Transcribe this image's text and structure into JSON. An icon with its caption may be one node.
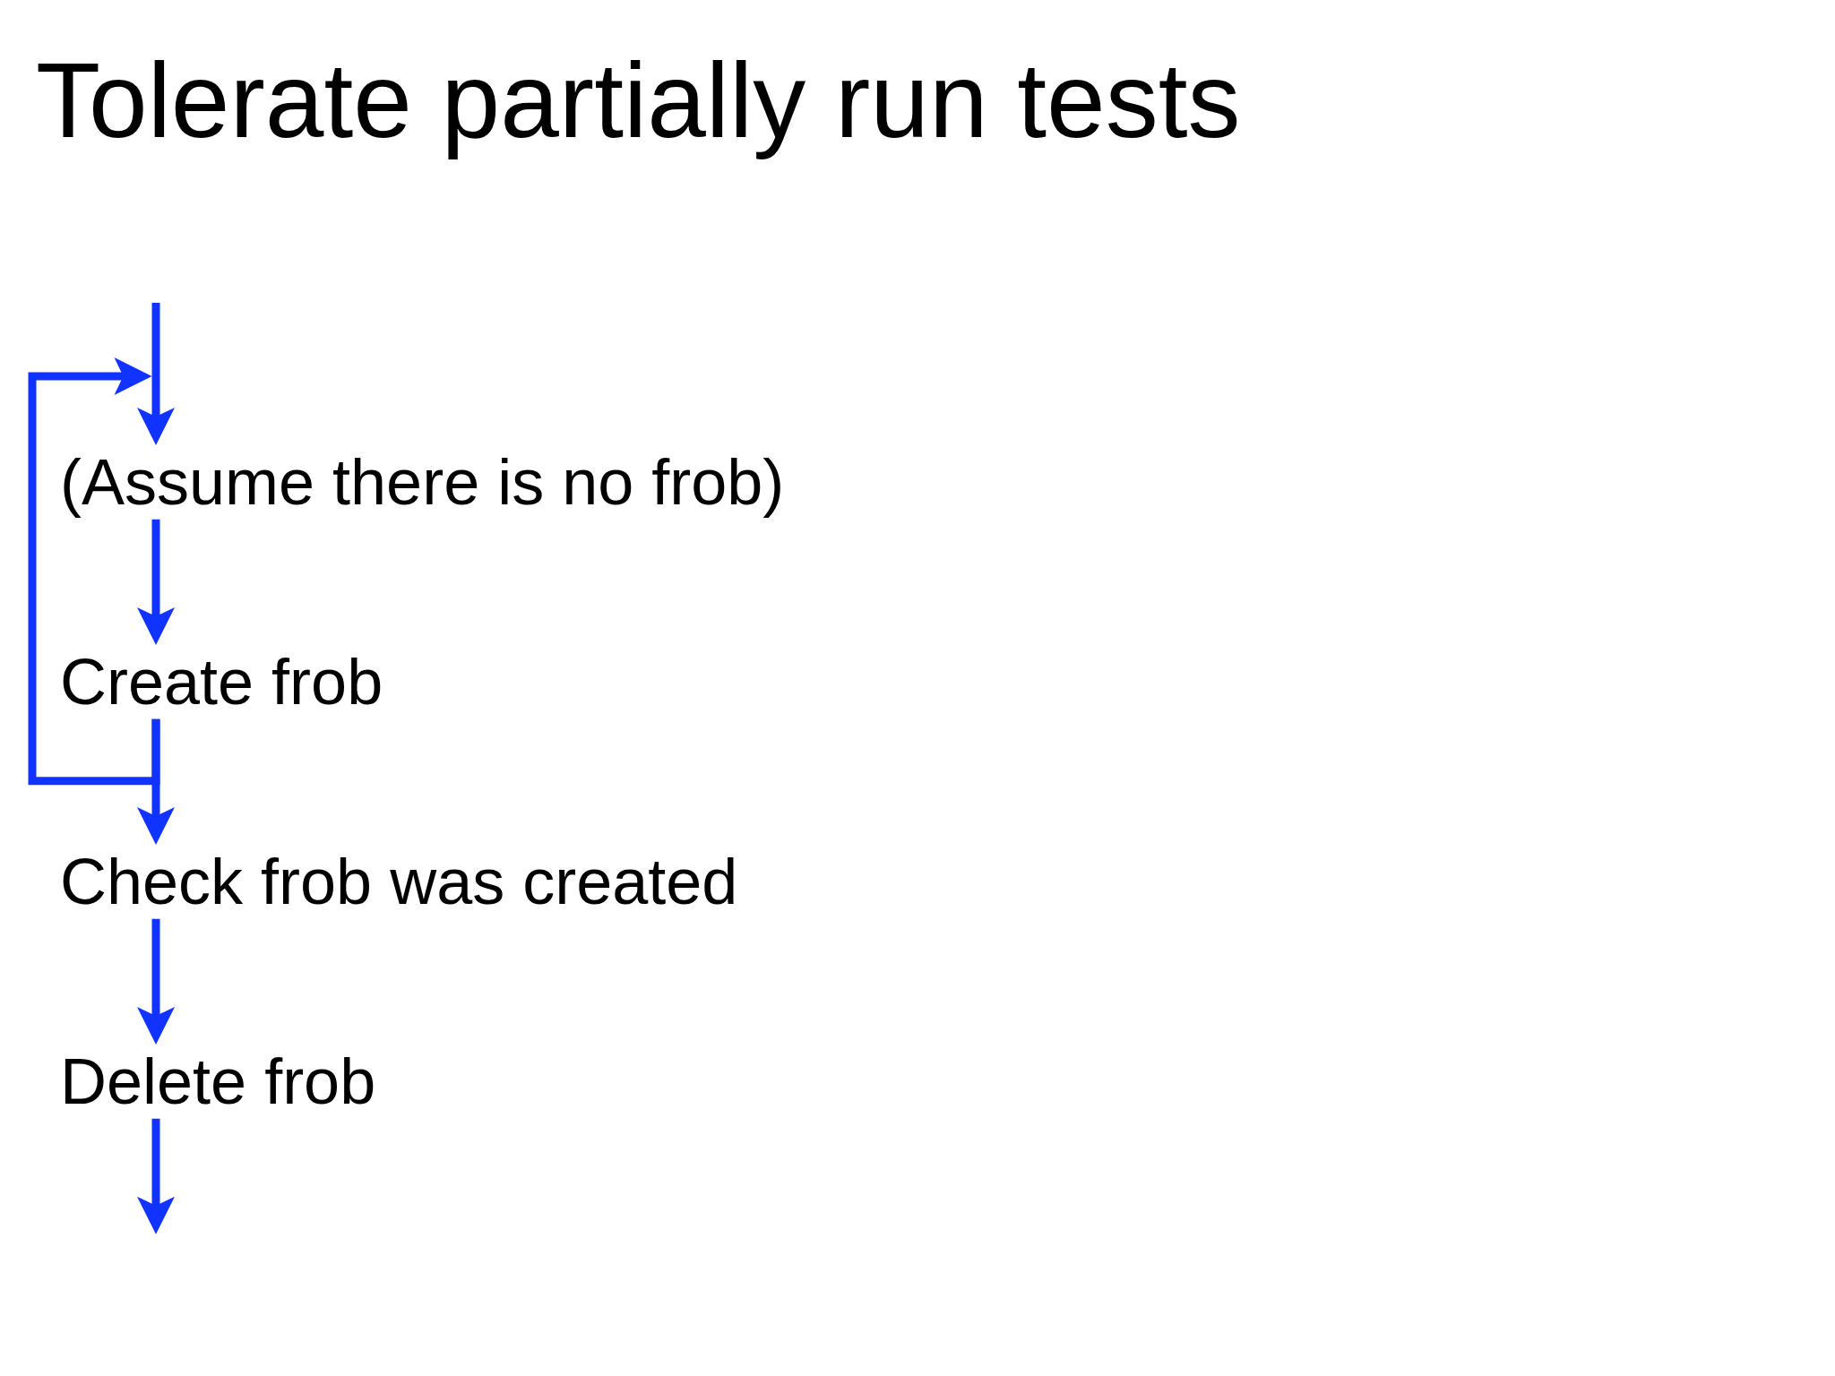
{
  "diagram": {
    "title": "Tolerate partially run tests",
    "nodes": [
      {
        "text": [
          "(Assume there is no frob)"
        ]
      },
      {
        "text": [
          "Create frob"
        ]
      },
      {
        "text": [
          "Check frob was created"
        ]
      },
      {
        "text": [
          "Delete frob"
        ]
      }
    ],
    "edges": [
      {
        "from": null,
        "to": 0,
        "arrow": "to"
      },
      {
        "from": 0,
        "to": 1,
        "arrow": "to"
      },
      {
        "from": 1,
        "to": 2,
        "arrow": "to"
      },
      {
        "from": 1,
        "to": 0,
        "arrow": "to"
      },
      {
        "from": 2,
        "to": 3,
        "arrow": "to"
      },
      {
        "from": 3,
        "to": null,
        "arrow": "to"
      }
    ]
  }
}
